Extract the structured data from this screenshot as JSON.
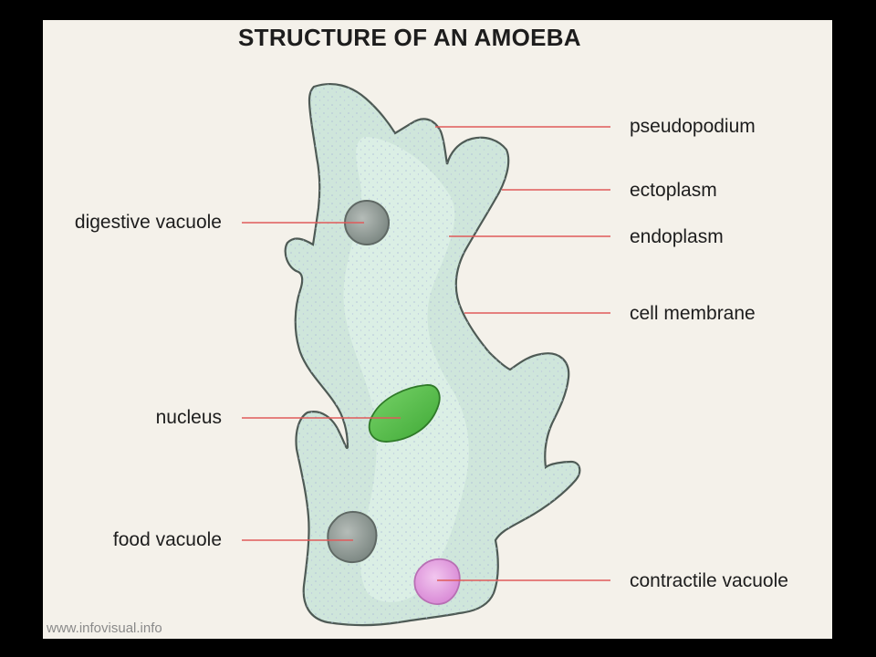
{
  "title": "STRUCTURE OF AN AMOEBA",
  "labels": {
    "pseudopodium": "pseudopodium",
    "ectoplasm": "ectoplasm",
    "endoplasm": "endoplasm",
    "cell_membrane": "cell membrane",
    "digestive_vacuole": "digestive vacuole",
    "nucleus": "nucleus",
    "food_vacuole": "food vacuole",
    "contractile_vacuole": "contractile vacuole"
  },
  "credit": "www.infovisual.info",
  "colors": {
    "frame": "#000000",
    "background": "#f4f1ea",
    "cell_fill": "#cfe6db",
    "endoplasm_fill": "#dcefe6",
    "membrane": "#4e5a55",
    "leader": "#e05a5a",
    "nucleus": "#5cc24f",
    "vacuole_gray": "#8f9893",
    "contractile": "#e7a4e3"
  }
}
